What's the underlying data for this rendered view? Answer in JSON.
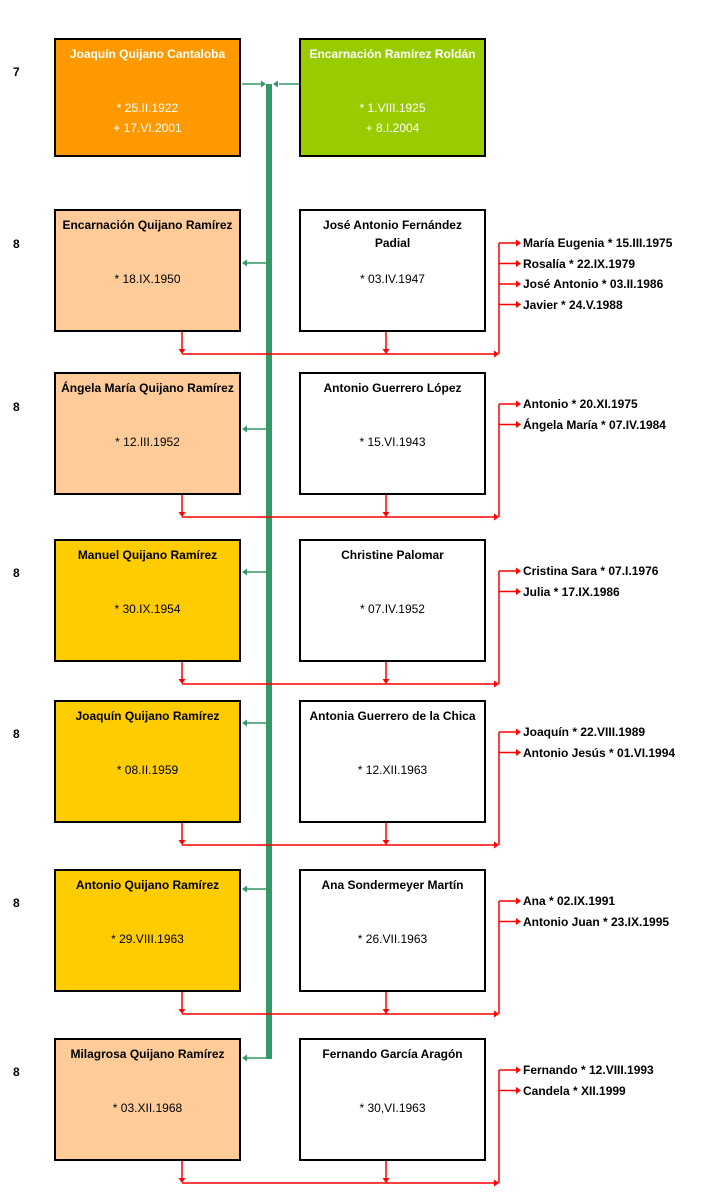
{
  "founders": {
    "generation": "7",
    "husband": {
      "name": "Joaquín Quijano Cantaloba",
      "birth": "* 25.II.1922",
      "death": "+ 17.VI.2001",
      "color": "#ff9900"
    },
    "wife": {
      "name": "Encarnación Ramírez Roldán",
      "birth": "* 1.VIII.1925",
      "death": "+ 8.I.2004",
      "color": "#99cc00"
    }
  },
  "families": [
    {
      "generation": "8",
      "child": {
        "name": "Encarnación Quijano Ramírez",
        "date": "* 18.IX.1950",
        "color": "#ffcc99"
      },
      "spouse": {
        "name": "José Antonio Fernández Padial",
        "date": "* 03.IV.1947"
      },
      "children": [
        "María Eugenia * 15.III.1975",
        "Rosalía * 22.IX.1979",
        "José Antonio * 03.II.1986",
        "Javier * 24.V.1988"
      ]
    },
    {
      "generation": "8",
      "child": {
        "name": "Ángela María Quijano Ramírez",
        "date": "* 12.III.1952",
        "color": "#ffcc99"
      },
      "spouse": {
        "name": "Antonio Guerrero López",
        "date": "* 15.VI.1943"
      },
      "children": [
        "Antonio * 20.XI.1975",
        "Ángela María * 07.IV.1984"
      ]
    },
    {
      "generation": "8",
      "child": {
        "name": "Manuel Quijano Ramírez",
        "date": "* 30.IX.1954",
        "color": "#ffcc00"
      },
      "spouse": {
        "name": "Christine Palomar",
        "date": "* 07.IV.1952"
      },
      "children": [
        "Cristina Sara * 07.I.1976",
        "Julia * 17.IX.1986"
      ]
    },
    {
      "generation": "8",
      "child": {
        "name": "Joaquín Quijano Ramírez",
        "date": "* 08.II.1959",
        "color": "#ffcc00"
      },
      "spouse": {
        "name": "Antonia Guerrero de la Chica",
        "date": "* 12.XII.1963"
      },
      "children": [
        "Joaquín * 22.VIII.1989",
        "Antonio Jesús * 01.VI.1994"
      ]
    },
    {
      "generation": "8",
      "child": {
        "name": "Antonio Quijano Ramírez",
        "date": "* 29.VIII.1963",
        "color": "#ffcc00"
      },
      "spouse": {
        "name": "Ana Sondermeyer Martín",
        "date": "* 26.VII.1963"
      },
      "children": [
        "Ana * 02.IX.1991",
        "Antonio Juan * 23.IX.1995"
      ]
    },
    {
      "generation": "8",
      "child": {
        "name": "Milagrosa Quijano Ramírez",
        "date": "* 03.XII.1968",
        "color": "#ffcc99"
      },
      "spouse": {
        "name": "Fernando García Aragón",
        "date": "* 30,VI.1963"
      },
      "children": [
        "Fernando * 12.VIII.1993",
        "Candela * XII.1999"
      ]
    }
  ],
  "colors": {
    "trunk": "#339966",
    "descent": "#ff0000",
    "border": "#000000"
  }
}
